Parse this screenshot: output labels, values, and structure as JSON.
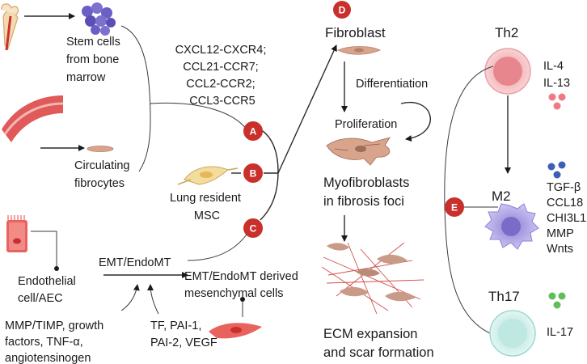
{
  "badges": {
    "a": "A",
    "b": "B",
    "c": "C",
    "d": "D",
    "e": "E"
  },
  "left": {
    "stem_cells": [
      "Stem cells",
      "from bone",
      "marrow"
    ],
    "fibrocytes": [
      "Circulating",
      "fibrocytes"
    ],
    "chemokines": [
      "CXCL12-CXCR4;",
      "CCL21-CCR7;",
      "CCL2-CCR2;",
      "CCL3-CCR5"
    ],
    "lung_msc": [
      "Lung resident",
      "MSC"
    ],
    "endothelial": [
      "Endothelial",
      "cell/AEC"
    ],
    "emt_label": "EMT/EndoMT",
    "emt_derived": [
      "EMT/EndoMT derived",
      "mesenchymal cells"
    ],
    "factors": [
      "MMP/TIMP, growth",
      "factors, TNF-α,",
      "angiotensinogen"
    ],
    "tf_factors": [
      "TF, PAI-1,",
      "PAI-2, VEGF"
    ]
  },
  "middle": {
    "fibroblast": "Fibroblast",
    "differentiation": "Differentiation",
    "proliferation": "Proliferation",
    "myofibroblasts": [
      "Myofibroblasts",
      "in fibrosis foci"
    ],
    "ecm": [
      "ECM expansion",
      "and scar formation"
    ]
  },
  "right": {
    "th2": "Th2",
    "th2_cytokines": [
      "IL-4",
      "IL-13"
    ],
    "m2": "M2",
    "m2_factors": [
      "TGF-β",
      "CCL18",
      "CHI3L1",
      "MMP",
      "Wnts"
    ],
    "th17": "Th17",
    "th17_cytokines": [
      "IL-17"
    ]
  },
  "colors": {
    "badge": "#c9302c",
    "th2_cell": "#e8868e",
    "m2_cell": "#a99be0",
    "th17_cell": "#bfe8e3",
    "stem_cells": "#6b5fc4",
    "fibroblast": "#d9a48c",
    "endothelial": "#e8625e"
  }
}
